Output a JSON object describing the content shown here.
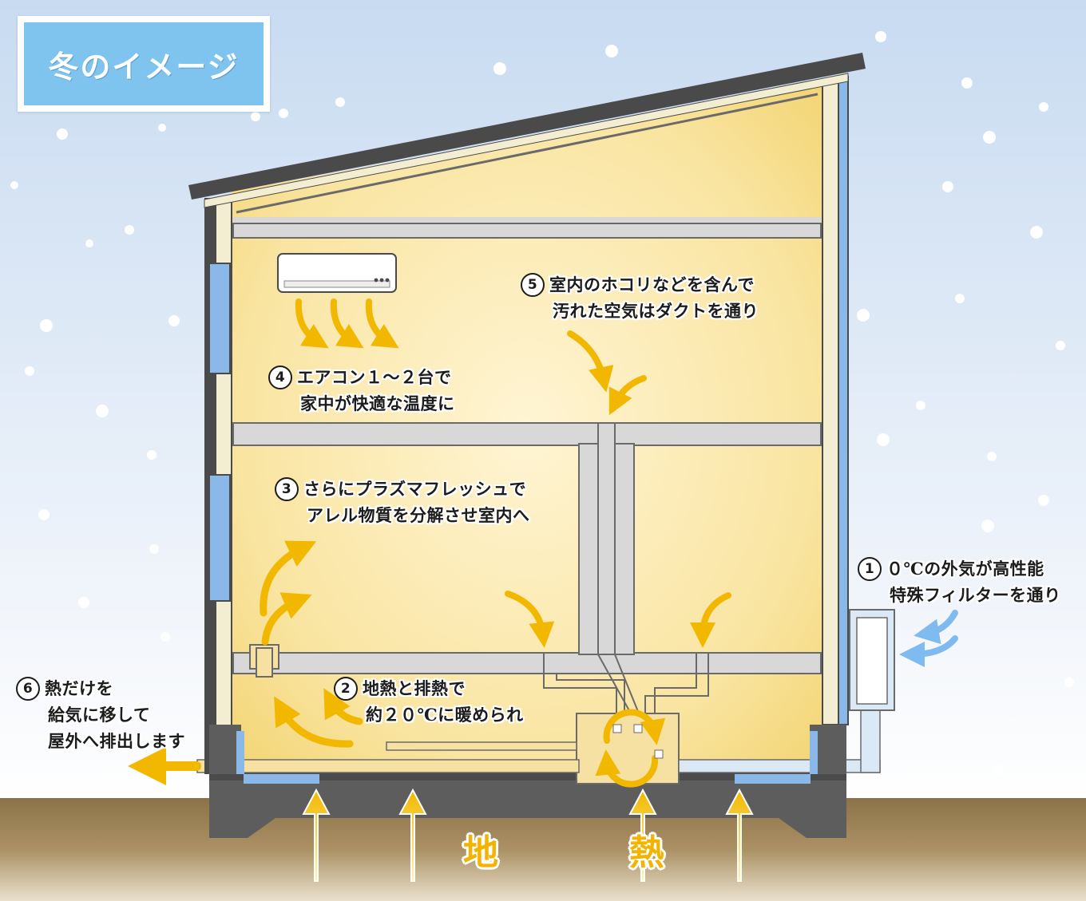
{
  "title": "冬のイメージ",
  "ground_label": "地　熱",
  "steps": [
    {
      "num": "1",
      "line1": "０℃の外気が高性能",
      "line2": "特殊フィルターを通り"
    },
    {
      "num": "2",
      "line1": "地熱と排熱で",
      "line2": "約２０℃に暖められ"
    },
    {
      "num": "3",
      "line1": "さらにプラズマフレッシュで",
      "line2": "アレル物質を分解させ室内へ"
    },
    {
      "num": "4",
      "line1": "エアコン１～２台で",
      "line2": "家中が快適な温度に"
    },
    {
      "num": "5",
      "line1": "室内のホコリなどを含んで",
      "line2": "汚れた空気はダクトを通り"
    },
    {
      "num": "6",
      "line1": "熱だけを",
      "line2": "給気に移して",
      "line3": "屋外へ排出します"
    }
  ],
  "colors": {
    "sky_top": "#c9dcf2",
    "sky_bottom": "#ffffff",
    "interior": "#f7dc82",
    "duct": "#d8d8d8",
    "frame": "#5f5f5f",
    "window_glass": "#8ab8e8",
    "warm_arrow": "#f2b800",
    "cold_arrow": "#7fbaf0",
    "ground": "#9c8255",
    "title_bg": "#7fc3ef"
  },
  "icons": {
    "air_conditioner": "air-conditioner-icon",
    "heat_exchanger": "heat-exchanger-icon",
    "filter_unit": "filter-unit-icon",
    "plasma_unit": "plasma-fresh-unit-icon"
  }
}
